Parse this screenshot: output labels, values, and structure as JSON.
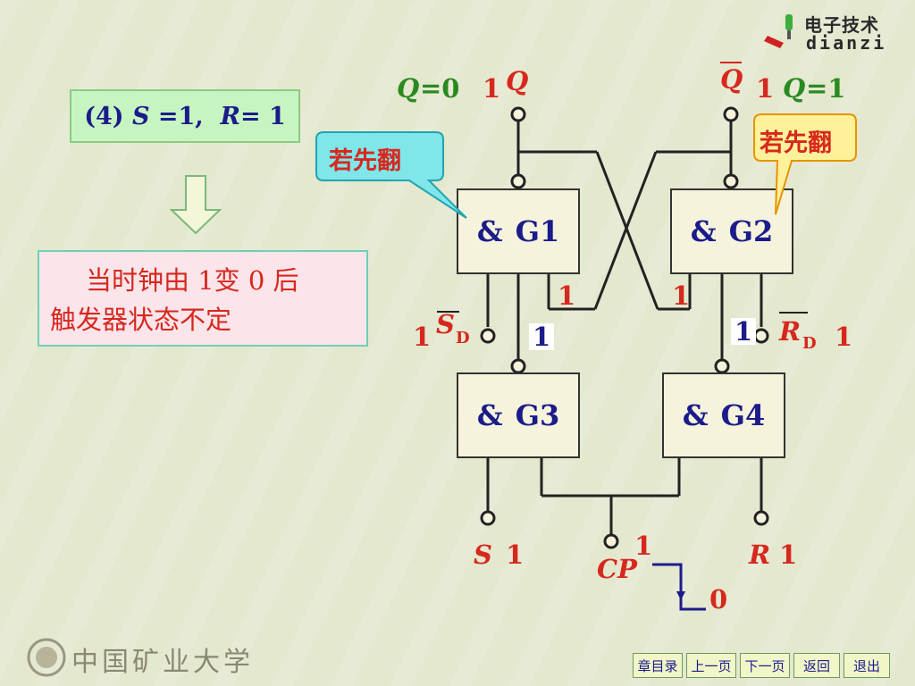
{
  "logo": {
    "line1": "电子技术",
    "line2": "dianzi"
  },
  "title": {
    "prefix": "(4) ",
    "s_var": "S",
    "s_val": " =1,  ",
    "r_var": "R",
    "r_val": "= 1"
  },
  "note": {
    "line1": "当时钟由 1变 0 后",
    "line2": "触发器状态不定"
  },
  "gates": [
    {
      "op": "&",
      "name": "G1"
    },
    {
      "op": "&",
      "name": "G2"
    },
    {
      "op": "&",
      "name": "G3"
    },
    {
      "op": "&",
      "name": "G4"
    }
  ],
  "callouts": {
    "left": "若先翻",
    "right": "若先翻"
  },
  "labels": {
    "q_left_var": "Q",
    "q_left_eq": "=0",
    "q_left_one": "1",
    "q_left_out": "Q",
    "qbar_right_out": "Q",
    "q_right_one": "1",
    "q_right_var": "Q",
    "q_right_eq": "=1",
    "sd_one": "1",
    "sd_var": "S",
    "sd_sub": "D",
    "rd_var": "R",
    "rd_sub": "D",
    "rd_one": "1",
    "g1_in": "1",
    "g2_in": "1",
    "g3_out": "1",
    "g4_out": "1",
    "s_var": "S",
    "s_val": "1",
    "r_var": "R",
    "r_val": "1",
    "cp_var": "CP",
    "cp_one": "1",
    "cp_zero": "0"
  },
  "footer": {
    "university": "中国矿业大学"
  },
  "nav": [
    "章目录",
    "上一页",
    "下一页",
    "返回",
    "退出"
  ],
  "colors": {
    "background": "#e4e8cf",
    "gate_fill": "#f5f3dc",
    "red": "#d6281d",
    "blue": "#1b1b8a",
    "green": "#2a8a20",
    "callout_left": "#7fe6ea",
    "callout_right": "#fff19a"
  }
}
